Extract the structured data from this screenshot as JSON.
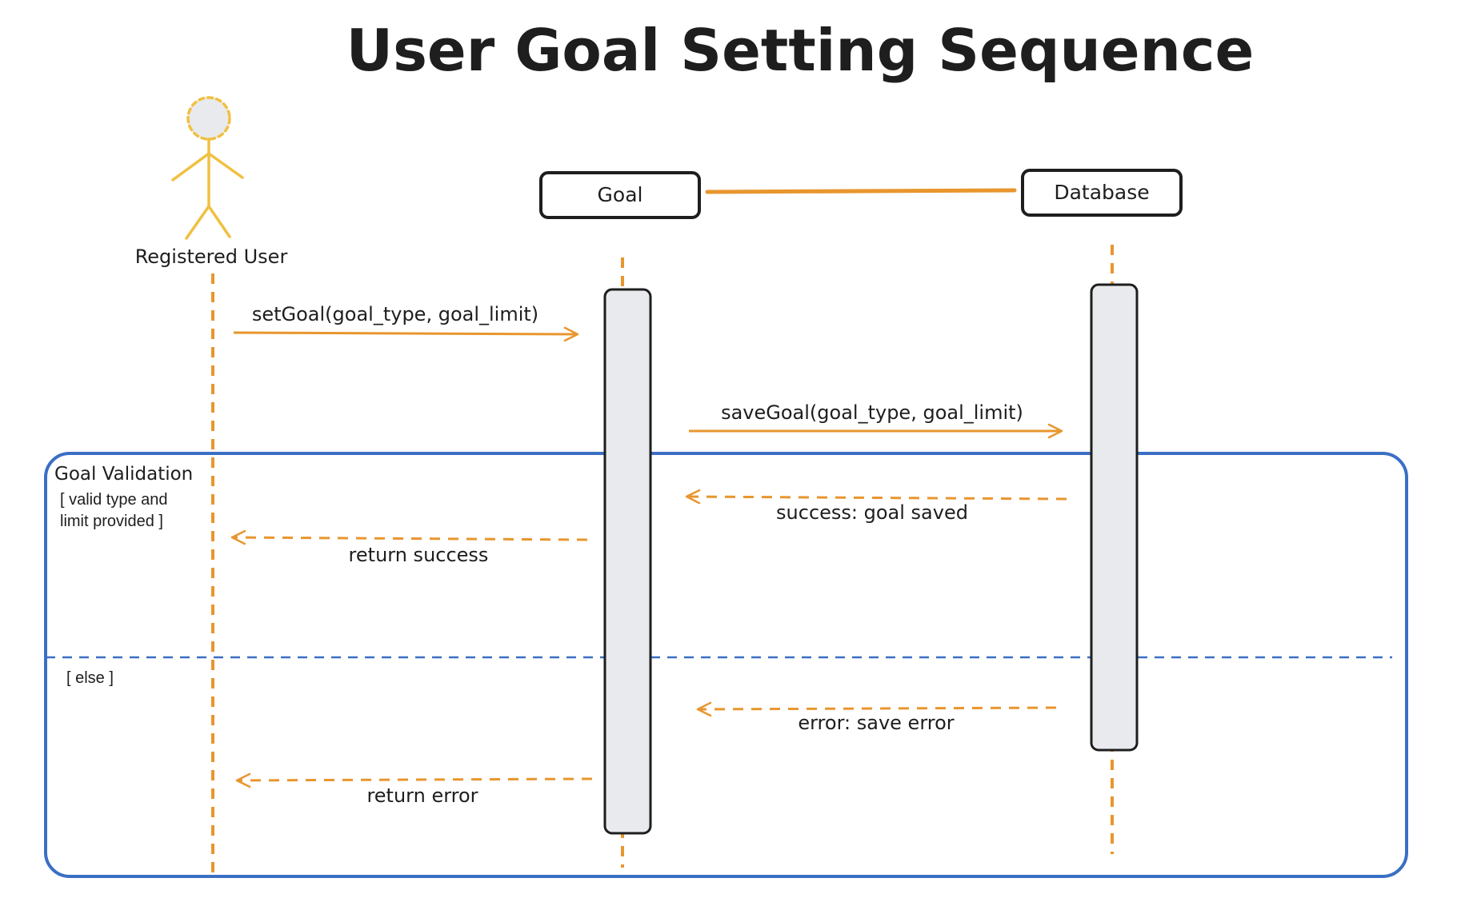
{
  "title": "User Goal Setting Sequence",
  "actor": {
    "label": "Registered User",
    "icon": "stick-figure-icon"
  },
  "participants": [
    {
      "label": "Goal"
    },
    {
      "label": "Database"
    }
  ],
  "messages": [
    {
      "label": "setGoal(goal_type, goal_limit)",
      "style": "solid"
    },
    {
      "label": "saveGoal(goal_type, goal_limit)",
      "style": "solid"
    },
    {
      "label": "success: goal saved",
      "style": "dashed"
    },
    {
      "label": "return success",
      "style": "dashed"
    },
    {
      "label": "error: save error",
      "style": "dashed"
    },
    {
      "label": "return error",
      "style": "dashed"
    }
  ],
  "frame": {
    "label": "Goal Validation",
    "guard_line1": "[ valid type and",
    "guard_line2": "limit provided ]",
    "else_guard": "[ else ]"
  },
  "colors": {
    "orange": "#e8962e",
    "actor": "#f0c040",
    "frame_blue": "#3a6fc4",
    "activation_fill": "#e8eaed",
    "text": "#1e1e1e"
  }
}
